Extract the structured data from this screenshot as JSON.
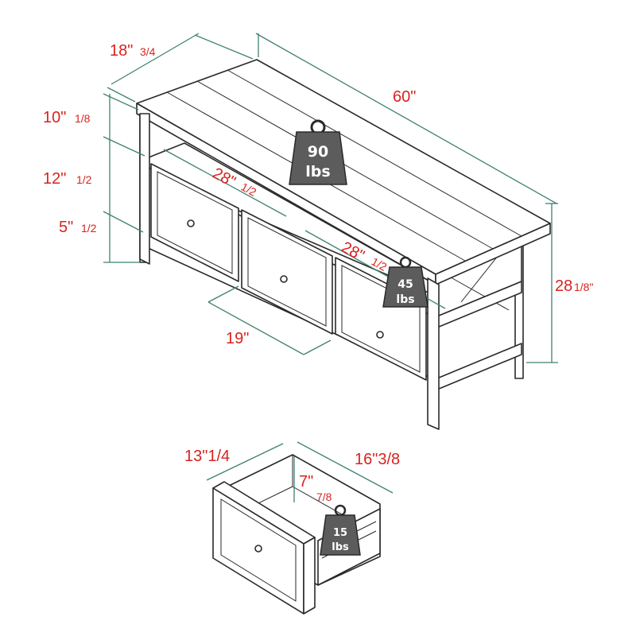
{
  "dimensions": {
    "depth_top": {
      "main": "18\"",
      "frac": "3/4"
    },
    "width": "60\"",
    "shelf_height": {
      "main": "10\"",
      "frac": "1/8"
    },
    "drawer_section_height": {
      "main": "12\"",
      "frac": "1/2"
    },
    "leg_clearance": {
      "main": "5\"",
      "frac": "1/2"
    },
    "inner_left": {
      "main": "28\"",
      "frac": "1/2"
    },
    "inner_right": {
      "main": "28\"",
      "frac": "1/2"
    },
    "drawer_width": "19\"",
    "total_height": {
      "main": "28",
      "frac": "1/8\""
    },
    "drawer_depth": "13\"1/4",
    "drawer_length": "16\"3/8",
    "drawer_height": {
      "main": "7\"",
      "frac": "7/8"
    }
  },
  "weights": {
    "top": {
      "value": "90",
      "unit": "lbs"
    },
    "shelf": {
      "value": "45",
      "unit": "lbs"
    },
    "drawer": {
      "value": "15",
      "unit": "lbs"
    }
  },
  "colors": {
    "dimension_text": "#d8231f",
    "dimension_line": "#3f8173",
    "weight_fill": "#5c5c5c",
    "outline": "#2a2a2a"
  }
}
